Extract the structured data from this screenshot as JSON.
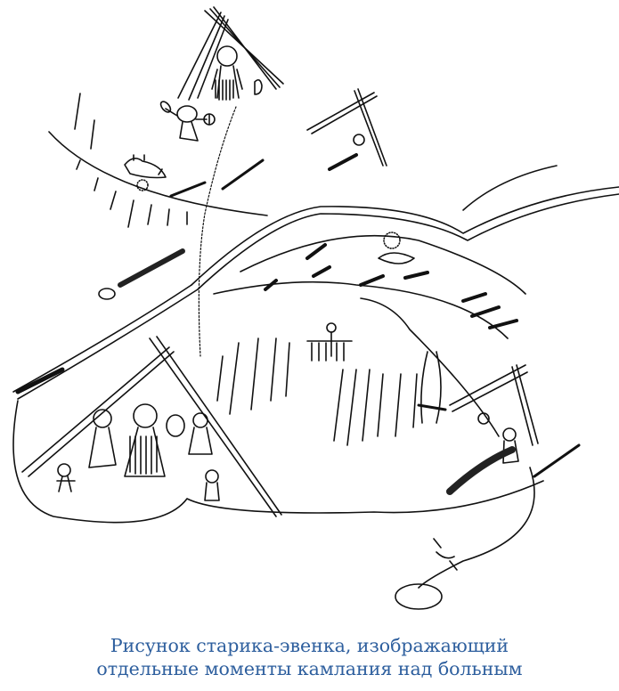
{
  "figure": {
    "description": "Line drawing by an old Evenk man depicting a shamanic ritual scene: tents with figures, rivers, trees, fish/lizard creatures, a sun, birds and a lake",
    "stroke_color": "#111111",
    "background": "#ffffff"
  },
  "caption": {
    "line1": "Рисунок старика-эвенка, изображающий",
    "line2": "отдельные моменты камлания над больным",
    "color": "#2e5f9e"
  }
}
